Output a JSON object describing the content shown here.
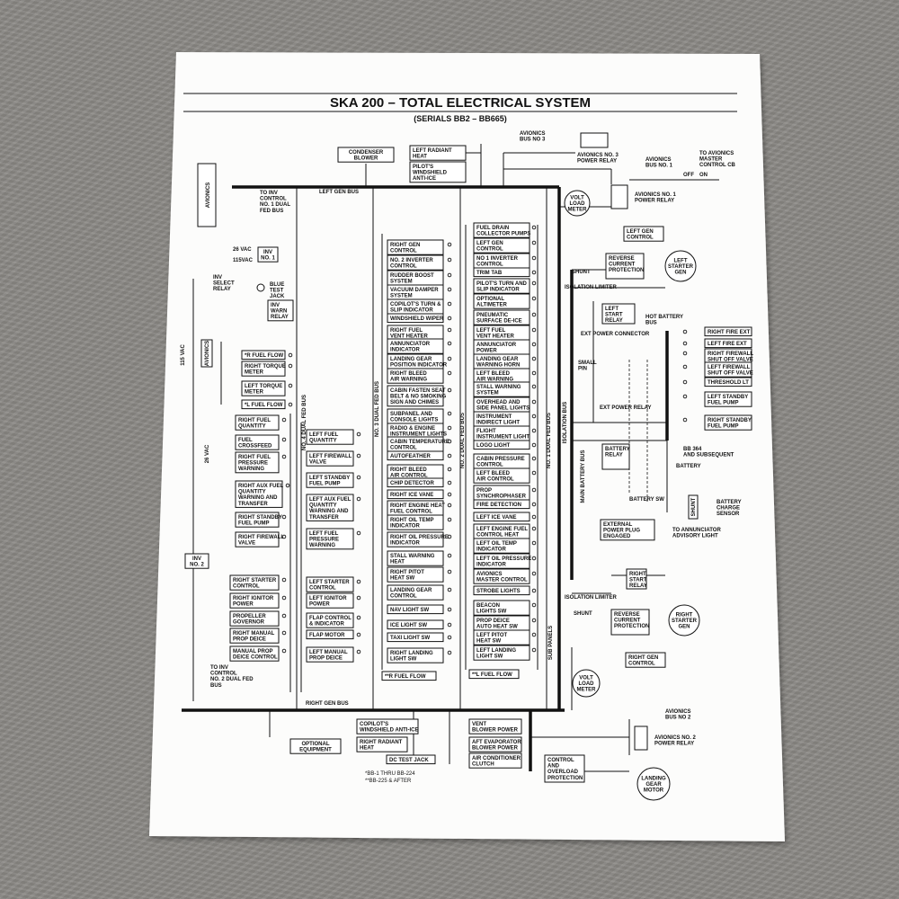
{
  "title": "SKA 200 – TOTAL ELECTRICAL SYSTEM",
  "subtitle": "(SERIALS BB2 – BB665)",
  "footnotes": [
    "*BB-1 THRU BB-224",
    "**BB-225 & AFTER"
  ],
  "bus_labels": {
    "left_gen_bus": "LEFT GEN BUS",
    "right_gen_bus": "RIGHT GEN BUS",
    "no4": "NO. 4 DUAL FED BUS",
    "no3": "NO. 3 DUAL FED BUS",
    "no2": "NO. 2 DUAL FED BUS",
    "no1": "NO. 1 DUAL FED BUS",
    "isolation_bus": "ISOLATION BUS",
    "main_battery_bus": "MAIN BATTERY BUS",
    "hot_battery_bus": "HOT BATTERY BUS",
    "sub_panels": "SUB PANELS",
    "vac_115": "115 VAC",
    "vac_26": "26 VAC"
  },
  "top_boxes": {
    "condenser_blower": [
      "CONDENSER",
      "BLOWER"
    ],
    "left_radiant_heat": [
      "LEFT RADIANT",
      "HEAT"
    ],
    "pilots_windshield": [
      "PILOT'S",
      "WINDSHIELD",
      "ANTI-ICE"
    ]
  },
  "avionics": "AVIONICS",
  "avionics_vertical": "AVIONICS",
  "inv_control_1": [
    "TO INV",
    "CONTROL",
    "NO. 1 DUAL",
    "FED BUS"
  ],
  "inv_control_2": [
    "TO INV",
    "CONTROL",
    "NO. 2 DUAL FED",
    "BUS"
  ],
  "inverter_labels": {
    "vac26": "26 VAC",
    "vac115": "115VAC",
    "inv1": [
      "INV",
      "NO. 1"
    ],
    "inv_select": [
      "INV",
      "SELECT",
      "RELAY"
    ],
    "blue_test": [
      "BLUE",
      "TEST",
      "JACK"
    ],
    "inv_warn": [
      "INV",
      "WARN",
      "RELAY"
    ],
    "inv2": [
      "INV",
      "NO. 2"
    ]
  },
  "col_a": [
    "*R FUEL FLOW",
    [
      "RIGHT TORQUE",
      "METER"
    ],
    [
      "LEFT TORQUE",
      "METER"
    ],
    "*L FUEL FLOW",
    [
      "RIGHT FUEL",
      "QUANTITY"
    ],
    [
      "FUEL",
      "CROSSFEED"
    ],
    [
      "RIGHT FUEL",
      "PRESSURE",
      "WARNING"
    ],
    [
      "RIGHT AUX FUEL",
      "QUANTITY",
      "WARNING AND",
      "TRANSFER"
    ],
    [
      "RIGHT STANDBY",
      "FUEL PUMP"
    ],
    [
      "RIGHT FIREWALL",
      "VALVE"
    ],
    [
      "RIGHT STARTER",
      "CONTROL"
    ],
    [
      "RIGHT IGNITOR",
      "POWER"
    ],
    [
      "PROPELLER",
      "GOVERNOR"
    ],
    [
      "RIGHT MANUAL",
      "PROP DEICE"
    ],
    [
      "MANUAL PROP",
      "DEICE CONTROL"
    ]
  ],
  "col_b": [
    [
      "LEFT FUEL",
      "QUANTITY"
    ],
    [
      "LEFT FIREWALL",
      "VALVE"
    ],
    [
      "LEFT STANDBY",
      "FUEL PUMP"
    ],
    [
      "LEFT AUX FUEL",
      "QUANTITY",
      "WARNING AND",
      "TRANSFER"
    ],
    [
      "LEFT FUEL",
      "PRESSURE",
      "WARNING"
    ],
    [
      "LEFT STARTER",
      "CONTROL"
    ],
    [
      "LEFT IGNITOR",
      "POWER"
    ],
    [
      "FLAP CONTROL",
      "& INDICATOR"
    ],
    "FLAP MOTOR",
    [
      "LEFT MANUAL",
      "PROP DEICE"
    ]
  ],
  "col_c": [
    [
      "RIGHT GEN",
      "CONTROL"
    ],
    [
      "NO. 2 INVERTER",
      "CONTROL"
    ],
    [
      "RUDDER BOOST",
      "SYSTEM"
    ],
    [
      "VACUUM DAMPER",
      "SYSTEM"
    ],
    [
      "COPILOT'S TURN &",
      "SLIP INDICATOR"
    ],
    "WINDSHIELD WIPER",
    [
      "RIGHT FUEL",
      "VENT HEATER"
    ],
    [
      "ANNUNCIATOR",
      "INDICATOR"
    ],
    [
      "LANDING GEAR",
      "POSITION INDICATOR"
    ],
    [
      "RIGHT BLEED",
      "AIR WARNING"
    ],
    [
      "CABIN FASTEN SEAT",
      "BELT & NO SMOKING",
      "SIGN AND CHIMES"
    ],
    [
      "SUBPANEL AND",
      "CONSOLE LIGHTS"
    ],
    [
      "RADIO & ENGINE",
      "INSTRUMENT LIGHTS"
    ],
    [
      "CABIN TEMPERATURE",
      "CONTROL"
    ],
    "AUTOFEATHER",
    [
      "RIGHT BLEED",
      "AIR CONTROL"
    ],
    "CHIP DETECTOR",
    "RIGHT ICE VANE",
    [
      "RIGHT ENGINE HEAT",
      "FUEL CONTROL"
    ],
    [
      "RIGHT OIL TEMP",
      "INDICATOR"
    ],
    [
      "RIGHT OIL PRESSURE",
      "INDICATOR"
    ],
    [
      "STALL WARNING",
      "HEAT"
    ],
    [
      "RIGHT PITOT",
      "HEAT SW"
    ],
    [
      "LANDING GEAR",
      "CONTROL"
    ],
    "NAV LIGHT SW",
    "ICE LIGHT SW",
    "TAXI LIGHT SW",
    [
      "RIGHT LANDING",
      "LIGHT SW"
    ],
    "**R FUEL FLOW"
  ],
  "col_d": [
    [
      "FUEL DRAIN",
      "COLLECTOR PUMPS"
    ],
    [
      "LEFT GEN",
      "CONTROL"
    ],
    [
      "NO 1 INVERTER",
      "CONTROL"
    ],
    "TRIM TAB",
    [
      "PILOT'S TURN AND",
      "SLIP INDICATOR"
    ],
    [
      "OPTIONAL",
      "ALTIMETER"
    ],
    [
      "PNEUMATIC",
      "SURFACE DE-ICE"
    ],
    [
      "LEFT FUEL",
      "VENT HEATER"
    ],
    [
      "ANNUNCIATOR",
      "POWER"
    ],
    [
      "LANDING GEAR",
      "WARNING HORN"
    ],
    [
      "LEFT BLEED",
      "AIR WARNING"
    ],
    [
      "STALL WARNING",
      "SYSTEM"
    ],
    [
      "OVERHEAD AND",
      "SIDE PANEL LIGHTS"
    ],
    [
      "INSTRUMENT",
      "INDIRECT LIGHT"
    ],
    [
      "FLIGHT",
      "INSTRUMENT LIGHT"
    ],
    "LOGO LIGHT",
    [
      "CABIN PRESSURE",
      "CONTROL"
    ],
    [
      "LEFT BLEED",
      "AIR CONTROL"
    ],
    [
      "PROP",
      "SYNCHROPHASER"
    ],
    "FIRE DETECTION",
    "LEFT ICE VANE",
    [
      "LEFT ENGINE FUEL",
      "CONTROL HEAT"
    ],
    [
      "LEFT OIL TEMP",
      "INDICATOR"
    ],
    [
      "LEFT OIL PRESSURE",
      "INDICATOR"
    ],
    [
      "AVIONICS",
      "MASTER CONTROL"
    ],
    "STROBE LIGHTS",
    [
      "BEACON",
      "LIGHTS SW"
    ],
    [
      "PROP DEICE",
      "AUTO HEAT SW"
    ],
    [
      "LEFT PITOT",
      "HEAT SW"
    ],
    [
      "LEFT LANDING",
      "LIGHT SW"
    ],
    "**L FUEL FLOW"
  ],
  "right_side": {
    "avionics_bus3": [
      "AVIONICS",
      "BUS NO 3"
    ],
    "no3_power_relay": [
      "AVIONICS NO. 3",
      "POWER RELAY"
    ],
    "avionics_bus1": [
      "AVIONICS",
      "BUS NO. 1"
    ],
    "to_master_cb": [
      "TO AVIONICS",
      "MASTER",
      "CONTROL CB"
    ],
    "off": "OFF",
    "on": "ON",
    "no1_power_relay": [
      "AVIONICS NO. 1",
      "POWER RELAY"
    ],
    "volt_load_meter": [
      "VOLT",
      "LOAD",
      "METER"
    ],
    "left_gen_control": [
      "LEFT GEN",
      "CONTROL"
    ],
    "reverse_current_l": [
      "REVERSE",
      "CURRENT",
      "PROTECTION"
    ],
    "left_starter_gen": [
      "LEFT",
      "STARTER",
      "GEN"
    ],
    "shunt": "SHUNT",
    "isolation_limiter": "ISOLATION LIMITER",
    "left_start_relay": [
      "LEFT",
      "START",
      "RELAY"
    ],
    "ext_power_connector": "EXT POWER CONNECTOR",
    "small_pin": [
      "SMALL",
      "PIN"
    ],
    "ext_power_relay": "EXT POWER RELAY",
    "battery_relay": [
      "BATTERY",
      "RELAY"
    ],
    "battery_sw": "BATTERY SW",
    "battery": "BATTERY",
    "bb364": [
      "BB 364",
      "AND SUBSEQUENT"
    ],
    "shunt_v": "SHUNT",
    "battery_charge_sensor": [
      "BATTERY",
      "CHARGE",
      "SENSOR"
    ],
    "external_power_plug": [
      "EXTERNAL",
      "POWER PLUG",
      "ENGAGED"
    ],
    "to_annunciator": [
      "TO ANNUNCIATOR",
      "ADVISORY LIGHT"
    ],
    "right_start_relay": [
      "RIGHT",
      "START",
      "RELAY"
    ],
    "isolation_limiter_2": "ISOLATION LIMITER",
    "shunt_2": "SHUNT",
    "reverse_current_r": [
      "REVERSE",
      "CURRENT",
      "PROTECTION"
    ],
    "right_starter_gen": [
      "RIGHT",
      "STARTER",
      "GEN"
    ],
    "right_gen_control": [
      "RIGHT GEN",
      "CONTROL"
    ],
    "volt_load_meter_2": [
      "VOLT",
      "LOAD",
      "METER"
    ],
    "hot_battery_bus": [
      "HOT BATTERY",
      "BUS"
    ],
    "hot_items": [
      "RIGHT FIRE EXT",
      "LEFT FIRE EXT",
      [
        "RIGHT FIREWALL",
        "SHUT OFF VALVE"
      ],
      [
        "LEFT FIREWALL",
        "SHUT OFF VALVE"
      ],
      "THRESHOLD LT",
      [
        "LEFT STANDBY",
        "FUEL PUMP"
      ],
      [
        "RIGHT STANDBY",
        "FUEL PUMP"
      ]
    ]
  },
  "bottom": {
    "optional_equipment": [
      "OPTIONAL",
      "EQUIPMENT"
    ],
    "copilots_windshield": [
      "COPILOT'S",
      "WINDSHIELD ANTI-ICE"
    ],
    "right_radiant_heat": [
      "RIGHT RADIANT",
      "HEAT"
    ],
    "dc_test_jack": "DC TEST JACK",
    "vent_blower": [
      "VENT",
      "BLOWER POWER"
    ],
    "aft_evaporator": [
      "AFT EVAPORATOR",
      "BLOWER POWER"
    ],
    "air_conditioner_clutch": [
      "AIR CONDITIONER",
      "CLUTCH"
    ],
    "control_overload": [
      "CONTROL",
      "AND",
      "OVERLOAD",
      "PROTECTION"
    ],
    "landing_gear_motor": [
      "LANDING",
      "GEAR",
      "MOTOR"
    ],
    "avionics_bus2": [
      "AVIONICS",
      "BUS NO 2"
    ],
    "no2_power_relay": [
      "AVIONICS NO. 2",
      "POWER RELAY"
    ]
  }
}
